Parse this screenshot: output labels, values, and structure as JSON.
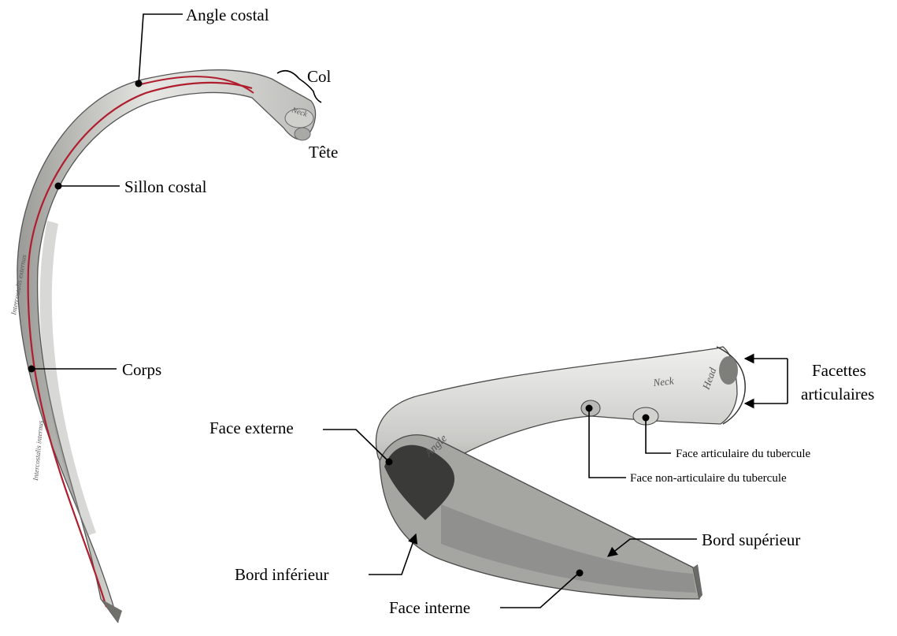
{
  "colors": {
    "bone": "#e3e3e0",
    "bone_shade": "#9d9d9a",
    "bone_dark": "#3c3c3a",
    "groove": "#b01e2e",
    "leader": "#000000"
  },
  "labels": {
    "angle_costal": "Angle costal",
    "col": "Col",
    "tete": "Tête",
    "sillon_costal": "Sillon costal",
    "corps": "Corps",
    "face_externe": "Face externe",
    "facettes_line1": "Facettes",
    "facettes_line2": "articulaires",
    "face_articulaire_tubercule": "Face articulaire du tubercule",
    "face_non_articulaire_tubercule": "Face non-articulaire du tubercule",
    "bord_superieur": "Bord supérieur",
    "bord_inferieur": "Bord inférieur",
    "face_interne": "Face interne"
  },
  "engraving": {
    "left_neck": "Neck",
    "right_neck": "Neck",
    "right_head": "Head",
    "right_angle": "Angle",
    "intercostalis_externus": "Intercostalis externus",
    "intercostalis_internus": "Intercostalis internus"
  }
}
